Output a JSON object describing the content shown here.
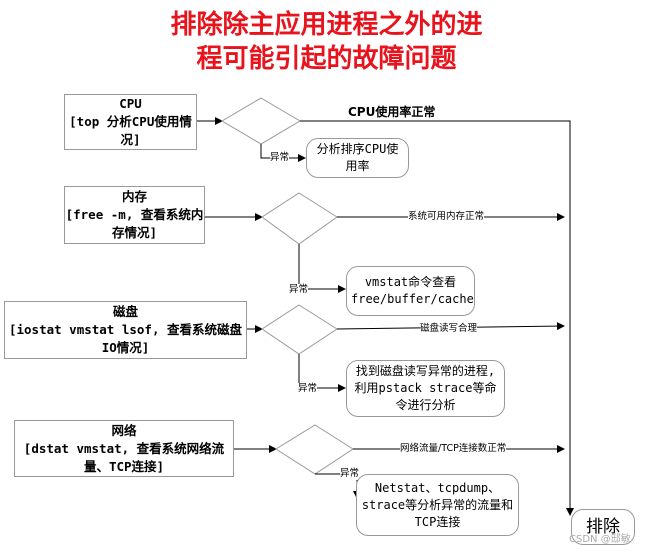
{
  "title": {
    "line1": "排除除主应用进程之外的进",
    "line2": "程可能引起的故障问题"
  },
  "cpu": {
    "name": "CPU",
    "desc": "[top 分析CPU使用情况]",
    "normal": "CPU使用率正常",
    "abnormal": "异常",
    "action": "分析排序CPU使用率"
  },
  "memory": {
    "name": "内存",
    "desc": "[free -m, 查看系统内存情况]",
    "normal": "系统可用内存正常",
    "abnormal": "异常",
    "action": "vmstat命令查看free/buffer/cache"
  },
  "disk": {
    "name": "磁盘",
    "desc": "[iostat vmstat lsof, 查看系统磁盘IO情况]",
    "normal": "磁盘读写合理",
    "abnormal": "异常",
    "action": "找到磁盘读写异常的进程,利用pstack strace等命令进行分析"
  },
  "network": {
    "name": "网络",
    "desc": "[dstat vmstat, 查看系统网络流量、TCP连接]",
    "normal": "网络流量/TCP连接数正常",
    "abnormal": "异常",
    "action": "Netstat、tcpdump、strace等分析异常的流量和TCP连接"
  },
  "end": "排除",
  "watermark": "CSDN @邸敏"
}
